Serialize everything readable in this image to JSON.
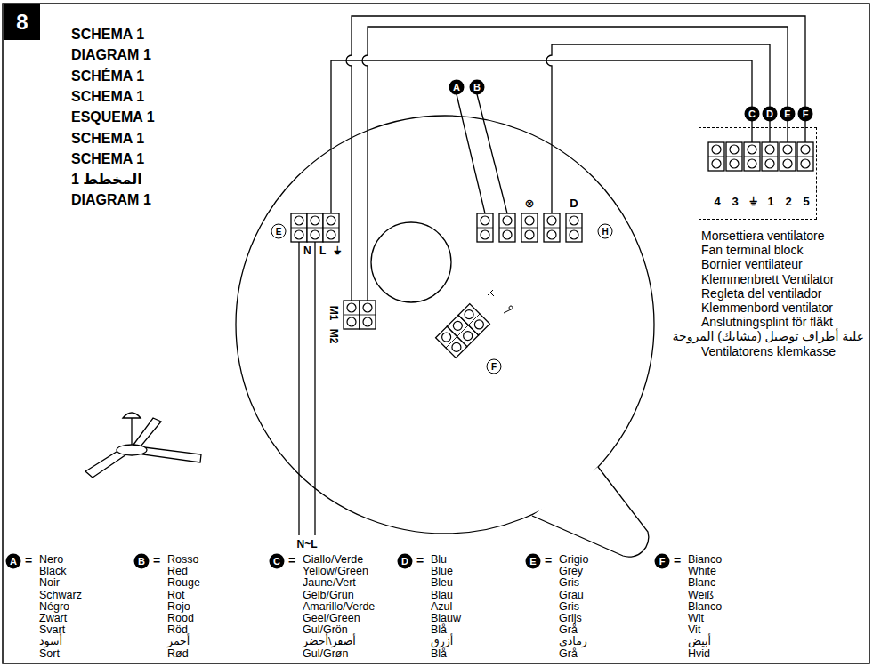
{
  "diagram": {
    "nodes": [
      {
        "text": [
          "4",
          "3",
          "⏚",
          "1",
          "2",
          "5"
        ]
      }
    ],
    "labels": [
      "8",
      "SCHEMA 1",
      "DIAGRAM 1",
      "SCHÉMA 1",
      "SCHEMA 1",
      "ESQUEMA 1",
      "SCHEMA 1",
      "SCHEMA 1",
      "المخطط 1",
      "DIAGRAM 1",
      "A",
      "B",
      "C",
      "D",
      "E",
      "F",
      "E",
      "H",
      "F",
      "N",
      "L",
      "⏚",
      "⊗",
      "D",
      "M1",
      "M2",
      "N~L",
      "Morsettiera ventilatore",
      "Fan terminal block",
      "Bornier ventilateur",
      "Klemmenbrett Ventilator",
      "Regleta del ventilador",
      "Klemmenbord ventilator",
      "Anslutningsplint för fläkt",
      "علبة أطراف توصيل (مشابك) المروحة",
      "Ventilatorens klemkasse",
      "A",
      "=",
      "Nero",
      "Black",
      "Noir",
      "Schwarz",
      "Négro",
      "Zwart",
      "Svart",
      "أسود",
      "Sort",
      "B",
      "=",
      "Rosso",
      "Red",
      "Rouge",
      "Rot",
      "Rojo",
      "Rood",
      "Röd",
      "أحمر",
      "Rød",
      "C",
      "=",
      "Giallo/Verde",
      "Yellow/Green",
      "Jaune/Vert",
      "Gelb/Grün",
      "Amarillo/Verde",
      "Geel/Green",
      "Gul/Grön",
      "أصفر\\أخضر",
      "Gul/Grøn",
      "D",
      "=",
      "Blu",
      "Blue",
      "Bleu",
      "Blau",
      "Azul",
      "Blauw",
      "Blå",
      "أزرق",
      "Blå",
      "E",
      "=",
      "Grigio",
      "Grey",
      "Gris",
      "Grau",
      "Gris",
      "Grijs",
      "Grå",
      "رمادي",
      "Grå",
      "F",
      "=",
      "Bianco",
      "White",
      "Blanc",
      "Weiß",
      "Blanco",
      "Wit",
      "Vit",
      "أبيض",
      "Hvid"
    ]
  }
}
